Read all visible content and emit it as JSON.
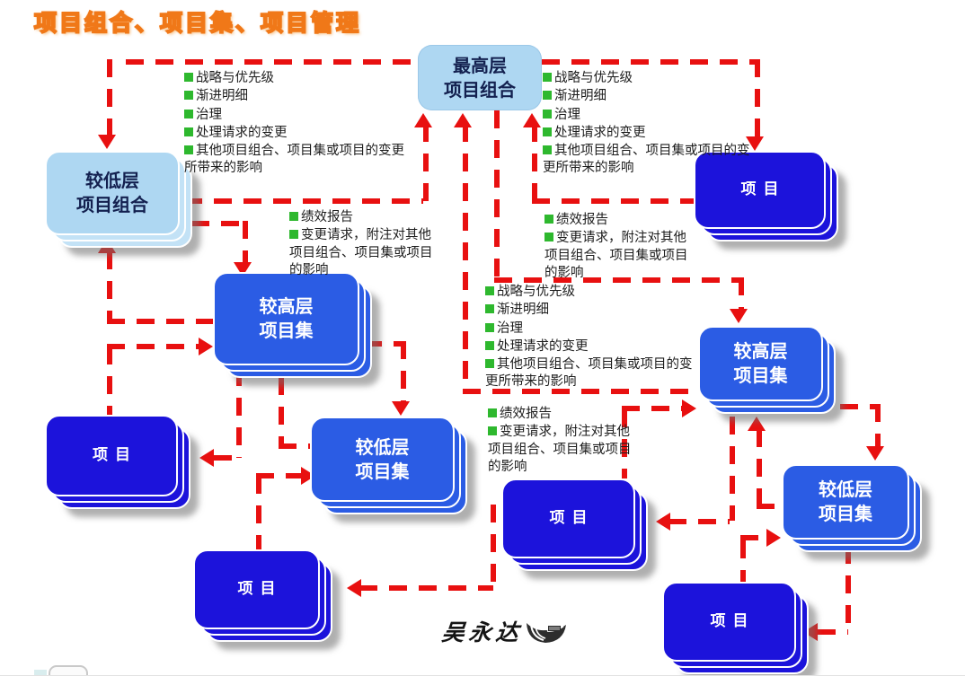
{
  "title": "项目组合、项目集、项目管理",
  "lists": {
    "governance": [
      "战略与优先级",
      "渐进明细",
      "治理",
      "处理请求的变更",
      "其他项目组合、项目集或项目的变更所带来的影响"
    ],
    "reporting": [
      "绩效报告",
      "变更请求，附注对其他项目组合、项目集或项目的影响"
    ]
  },
  "nodes": {
    "top_portfolio": {
      "lines": [
        "最高层",
        "项目组合"
      ]
    },
    "lower_portfolio": {
      "lines": [
        "较低层",
        "项目组合"
      ]
    },
    "higher_program": {
      "lines": [
        "较高层",
        "项目集"
      ]
    },
    "lower_program": {
      "lines": [
        "较低层",
        "项目集"
      ]
    },
    "project": {
      "label": "项目"
    }
  },
  "signature": "吴永达",
  "colors": {
    "arrow_red": "#e81010",
    "portfolio_fill": "#aed7f2",
    "program_fill": "#2b5ce4",
    "project_fill": "#1c13db",
    "bullet_green": "#2eb82e",
    "title_orange": "#f07818"
  }
}
